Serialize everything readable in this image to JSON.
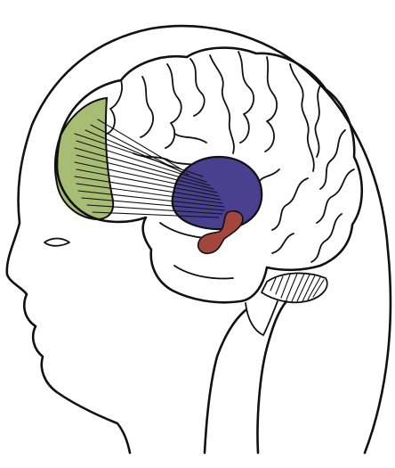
{
  "illustration": {
    "subject": "head-profile-with-brain",
    "regions": [
      {
        "key": "prefrontal",
        "color": "#a7bd74"
      },
      {
        "key": "deep-nucleus",
        "color": "#4b3f8f"
      },
      {
        "key": "small-structure",
        "color": "#a3463d"
      }
    ],
    "line_color": "#111111",
    "background": "#ffffff"
  }
}
